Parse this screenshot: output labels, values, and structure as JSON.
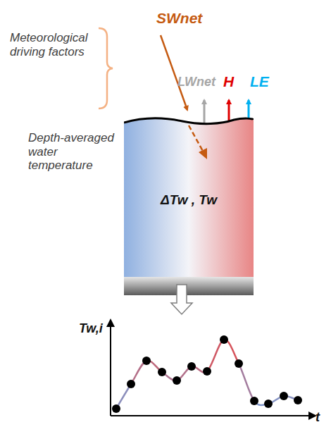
{
  "diagram": {
    "nodes": [
      {
        "text": [
          "ΔTw , Tw"
        ]
      }
    ],
    "labels": [
      "Meteorological driving factors",
      "SWnet",
      "LWnet",
      "H",
      "LE",
      "Depth-averaged water temperature",
      "Tw,i",
      "t"
    ]
  }
}
